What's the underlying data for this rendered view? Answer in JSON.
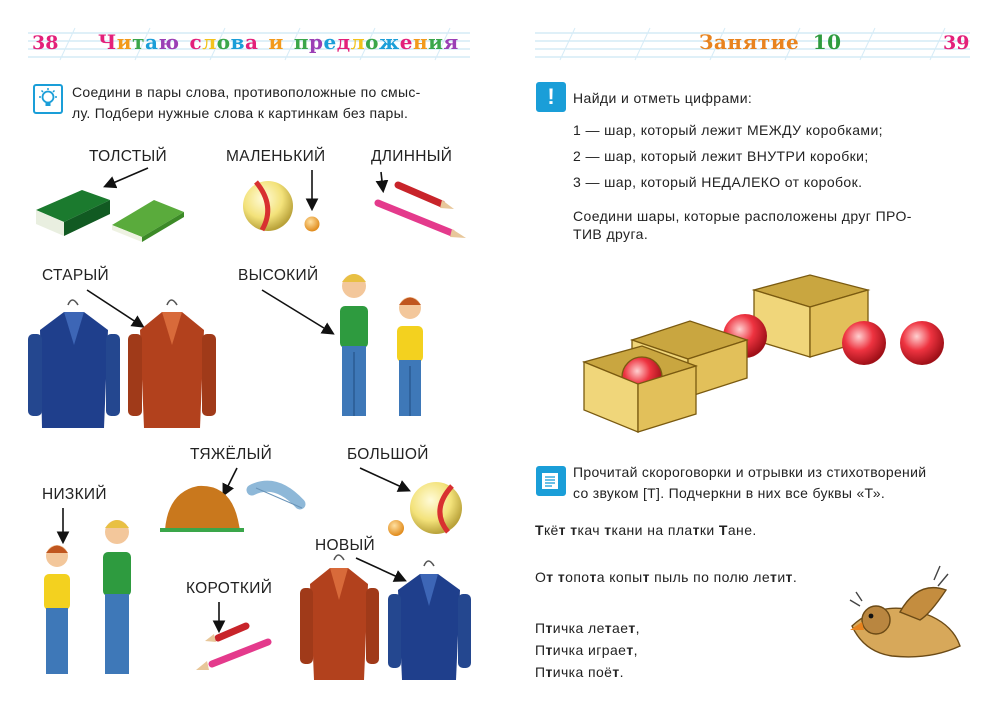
{
  "left_page": {
    "page_number": "38",
    "title": "Читаю слова и предложения",
    "title_letter_colors": [
      "#e3207a",
      "#f29a1c",
      "#3aa64a",
      "#1a9ed8",
      "#9b3fb5",
      "#e3207a",
      "#f2c21c",
      "#3aa64a",
      "#1a9ed8",
      "#e3207a",
      "#f29a1c",
      "#3aa64a",
      "#9b3fb5",
      "#1a9ed8",
      "#e3207a",
      "#f2c21c",
      "#3aa64a",
      "#1a9ed8",
      "#e3207a",
      "#f29a1c",
      "#3aa64a",
      "#9b3fb5",
      "#1a9ed8",
      "#e3207a",
      "#f29a1c"
    ],
    "task_icon": "lightbulb-icon",
    "task_text_line1": "Соедини в пары слова, противоположные по смыс-",
    "task_text_line2": "лу. Подбери нужные слова к картинкам без пары.",
    "words": {
      "tolstyy": "ТОЛСТЫЙ",
      "malenkiy": "МАЛЕНЬКИЙ",
      "dlinnyy": "ДЛИННЫЙ",
      "staryy": "СТАРЫЙ",
      "vysokiy": "ВЫСОКИЙ",
      "tyazhelyy": "ТЯЖЁЛЫЙ",
      "bolshoy": "БОЛЬШОЙ",
      "nizkiy": "НИЗКИЙ",
      "novyy": "НОВЫЙ",
      "korotkiy": "КОРОТКИЙ"
    }
  },
  "right_page": {
    "page_number": "39",
    "title_word": "Занятие",
    "title_number": "10",
    "task1_icon": "exclamation-icon",
    "task1_intro": "Найди и отметь цифрами:",
    "task1_items": [
      "1 — шар, который лежит МЕЖДУ коробками;",
      "2 — шар, который лежит ВНУТРИ коробки;",
      "3 — шар, который НЕДАЛЕКО от коробок."
    ],
    "task1_connect_line1": "Соедини шары, которые расположены друг ПРО-",
    "task1_connect_line2": "ТИВ друга.",
    "task2_icon": "book-icon",
    "task2_line1": "Прочитай скороговорки и отрывки из стихотворений",
    "task2_line2": "со звуком [Т]. Подчеркни в них все буквы «Т».",
    "verses": {
      "line1": "Ткёт ткач ткани на платки Тане.",
      "line2": "От топота копыт пыль по полю летит.",
      "line3": "Птичка летает,",
      "line4": "Птичка играет,",
      "line5": "Птичка поёт."
    },
    "colors": {
      "accent_pink": "#e3207a",
      "title_orange": "#e8831e",
      "title_green": "#2e9b3f",
      "icon_blue": "#1a9ed8",
      "ball_red": "#e02030",
      "box_yellow": "#f0d67a"
    }
  }
}
